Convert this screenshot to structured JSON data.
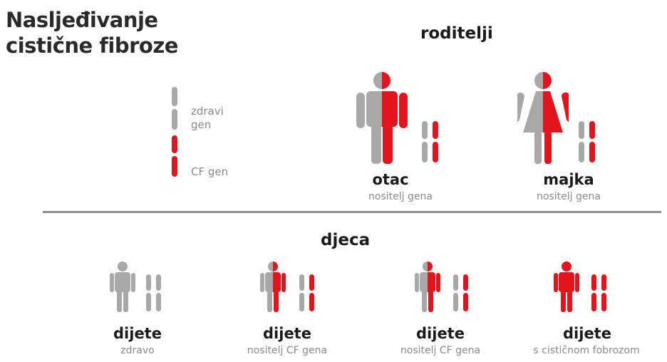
{
  "title": {
    "line1": "Nasljeđivanje",
    "line2": "cistične fibroze"
  },
  "colors": {
    "healthy": "#a8a8a8",
    "cf": "#e3141b",
    "text_dark": "#1a1a1a",
    "text_gray": "#8a8a8a"
  },
  "legend": [
    {
      "label_line1": "zdravi",
      "label_line2": "gen",
      "chromosome": "healthy-gene"
    },
    {
      "label_line1": "CF gen",
      "label_line2": "",
      "chromosome": "cf-gene"
    }
  ],
  "parents": {
    "heading": "roditelji",
    "items": [
      {
        "role": "otac",
        "status": "nositelj gena",
        "figure": "male-half-carrier",
        "genes": [
          "healthy",
          "cf"
        ]
      },
      {
        "role": "majka",
        "status": "nositelj gena",
        "figure": "female-half-carrier",
        "genes": [
          "healthy",
          "cf"
        ]
      }
    ]
  },
  "children": {
    "heading": "djeca",
    "items": [
      {
        "role": "dijete",
        "status": "zdravo",
        "genes": [
          "healthy",
          "healthy"
        ]
      },
      {
        "role": "dijete",
        "status": "nositelj CF gena",
        "genes": [
          "healthy",
          "cf"
        ]
      },
      {
        "role": "dijete",
        "status": "nositelj CF gena",
        "genes": [
          "healthy",
          "cf"
        ]
      },
      {
        "role": "dijete",
        "status": "s cističnom fobrozom",
        "genes": [
          "cf",
          "cf"
        ]
      }
    ]
  }
}
